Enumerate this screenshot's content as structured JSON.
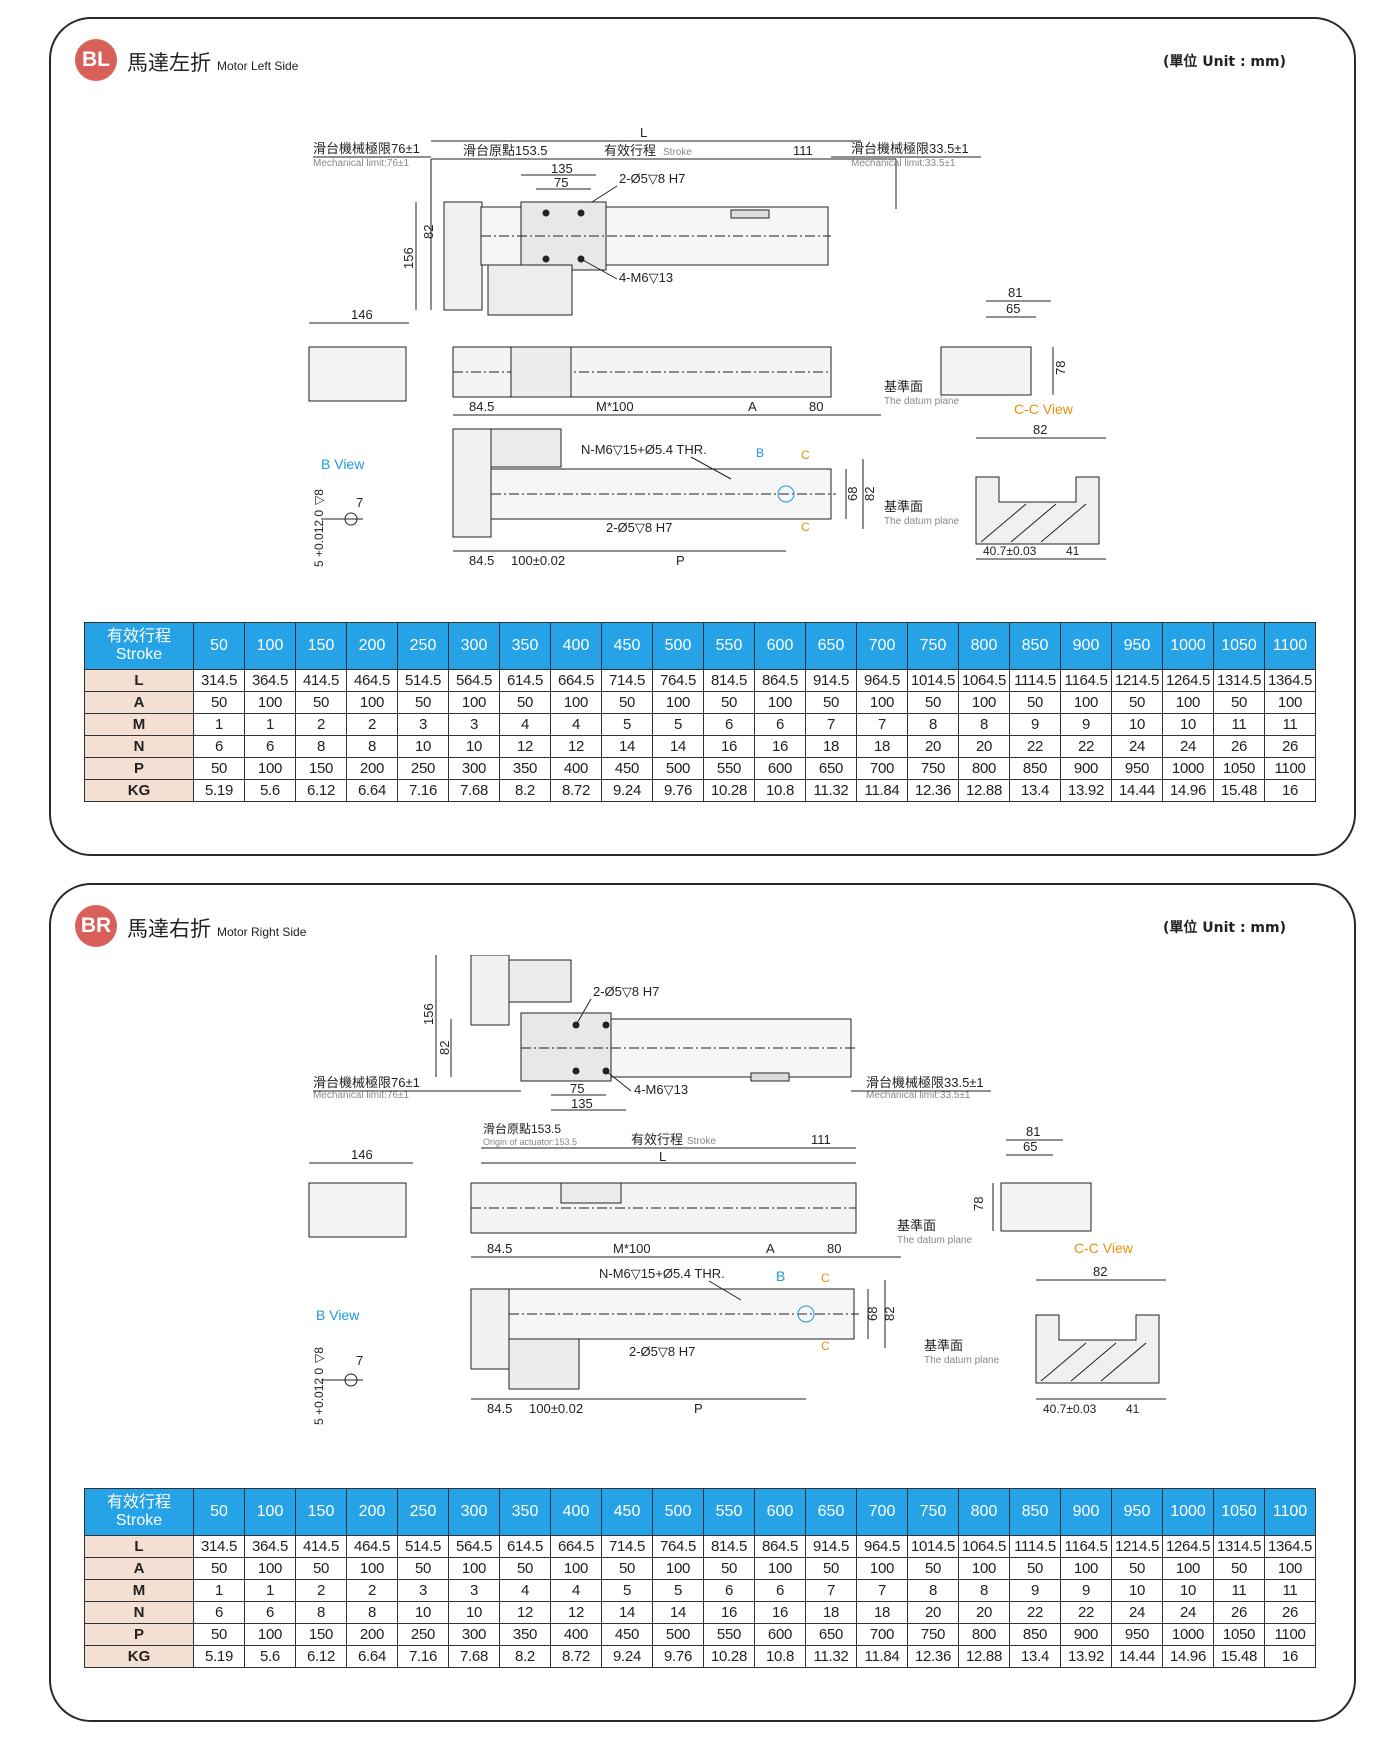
{
  "unit_label": "(單位 Unit : mm)",
  "colors": {
    "badge": "#d9605a",
    "table_header": "#25a3e6",
    "row_header": "#f4e0d2",
    "blue_label": "#1a9be0",
    "orange_label": "#e8900a"
  },
  "table": {
    "header_zh": "有效行程",
    "header_en": "Stroke",
    "strokes": [
      "50",
      "100",
      "150",
      "200",
      "250",
      "300",
      "350",
      "400",
      "450",
      "500",
      "550",
      "600",
      "650",
      "700",
      "750",
      "800",
      "850",
      "900",
      "950",
      "1000",
      "1050",
      "1100"
    ],
    "rows": [
      {
        "label": "L",
        "values": [
          "314.5",
          "364.5",
          "414.5",
          "464.5",
          "514.5",
          "564.5",
          "614.5",
          "664.5",
          "714.5",
          "764.5",
          "814.5",
          "864.5",
          "914.5",
          "964.5",
          "1014.5",
          "1064.5",
          "1114.5",
          "1164.5",
          "1214.5",
          "1264.5",
          "1314.5",
          "1364.5"
        ]
      },
      {
        "label": "A",
        "values": [
          "50",
          "100",
          "50",
          "100",
          "50",
          "100",
          "50",
          "100",
          "50",
          "100",
          "50",
          "100",
          "50",
          "100",
          "50",
          "100",
          "50",
          "100",
          "50",
          "100",
          "50",
          "100"
        ]
      },
      {
        "label": "M",
        "values": [
          "1",
          "1",
          "2",
          "2",
          "3",
          "3",
          "4",
          "4",
          "5",
          "5",
          "6",
          "6",
          "7",
          "7",
          "8",
          "8",
          "9",
          "9",
          "10",
          "10",
          "11",
          "11"
        ]
      },
      {
        "label": "N",
        "values": [
          "6",
          "6",
          "8",
          "8",
          "10",
          "10",
          "12",
          "12",
          "14",
          "14",
          "16",
          "16",
          "18",
          "18",
          "20",
          "20",
          "22",
          "22",
          "24",
          "24",
          "26",
          "26"
        ]
      },
      {
        "label": "P",
        "values": [
          "50",
          "100",
          "150",
          "200",
          "250",
          "300",
          "350",
          "400",
          "450",
          "500",
          "550",
          "600",
          "650",
          "700",
          "750",
          "800",
          "850",
          "900",
          "950",
          "1000",
          "1050",
          "1100"
        ]
      },
      {
        "label": "KG",
        "values": [
          "5.19",
          "5.6",
          "6.12",
          "6.64",
          "7.16",
          "7.68",
          "8.2",
          "8.72",
          "9.24",
          "9.76",
          "10.28",
          "10.8",
          "11.32",
          "11.84",
          "12.36",
          "12.88",
          "13.4",
          "13.92",
          "14.44",
          "14.96",
          "15.48",
          "16"
        ]
      }
    ]
  },
  "bl": {
    "badge": "BL",
    "title_zh": "馬達左折",
    "title_en": "Motor Left Side",
    "dims": {
      "L": "L",
      "mech_left_zh": "滑台機械極限76±1",
      "mech_left_en": "Mechanical limit:76±1",
      "origin_zh": "滑台原點153.5",
      "stroke_zh": "有效行程",
      "stroke_en": "Stroke",
      "d111": "111",
      "mech_right_zh": "滑台機械極限33.5±1",
      "mech_right_en": "Mechanical limit:33.5±1",
      "d135": "135",
      "d75": "75",
      "pin": "2-Ø5▽8 H7",
      "d82": "82",
      "d156": "156",
      "tap": "4-M6▽13",
      "d146": "146",
      "d81": "81",
      "d65": "65",
      "d78": "78",
      "datum_zh": "基準面",
      "datum_en": "The datum plane",
      "d84_5": "84.5",
      "m100": "M*100",
      "A": "A",
      "d80": "80",
      "holes": "N-M6▽15+Ø5.4 THR.",
      "B": "B",
      "C": "C",
      "d68": "68",
      "pin2": "2-Ø5▽8 H7",
      "d100": "100±0.02",
      "P": "P",
      "bview": "B View",
      "tol": "5 +0.012 0",
      "tol_depth": "▽8",
      "d7": "7",
      "ccview": "C-C View",
      "d40_7": "40.7±0.03",
      "d41": "41"
    }
  },
  "br": {
    "badge": "BR",
    "title_zh": "馬達右折",
    "title_en": "Motor Right Side",
    "dims": {
      "L": "L",
      "mech_left_zh": "滑台機械極限76±1",
      "mech_left_en": "Mechanical limit:76±1",
      "origin_zh": "滑台原點153.5",
      "origin_en": "Origin of actuator:153.5",
      "stroke_zh": "有效行程",
      "stroke_en": "Stroke",
      "d111": "111",
      "mech_right_zh": "滑台機械極限33.5±1",
      "mech_right_en": "Mechanical limit:33.5±1",
      "d135": "135",
      "d75": "75",
      "pin": "2-Ø5▽8 H7",
      "d82": "82",
      "d156": "156",
      "tap": "4-M6▽13",
      "d146": "146",
      "d81": "81",
      "d65": "65",
      "d78": "78",
      "datum_zh": "基準面",
      "datum_en": "The datum plane",
      "d84_5": "84.5",
      "m100": "M*100",
      "A": "A",
      "d80": "80",
      "holes": "N-M6▽15+Ø5.4 THR.",
      "B": "B",
      "C": "C",
      "d68": "68",
      "pin2": "2-Ø5▽8 H7",
      "d100": "100±0.02",
      "P": "P",
      "bview": "B View",
      "tol": "5 +0.012 0",
      "tol_depth": "▽8",
      "d7": "7",
      "ccview": "C-C View",
      "d40_7": "40.7±0.03",
      "d41": "41"
    }
  }
}
